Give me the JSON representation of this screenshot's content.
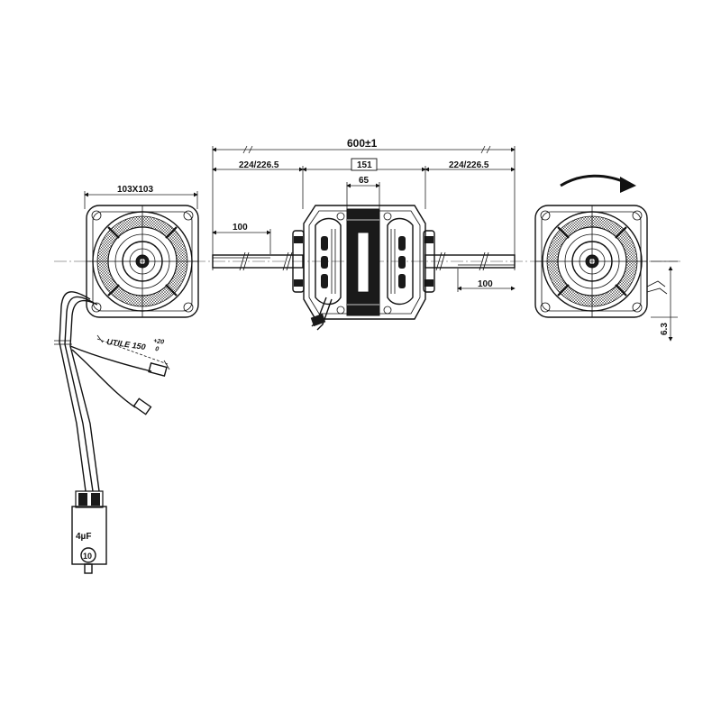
{
  "dimensions": {
    "total_length": "600±1",
    "left_shaft": "224/226.5",
    "right_shaft": "224/226.5",
    "body_length": "151",
    "core_length": "65",
    "left_flat": "100",
    "right_flat": "100",
    "front_size": "103X103",
    "wire_length": "UTILE 150",
    "wire_tolerance_upper": "+20",
    "wire_tolerance_lower": "0",
    "shaft_height": "6.3"
  },
  "capacitor": {
    "value": "4µF",
    "number": "10"
  }
}
